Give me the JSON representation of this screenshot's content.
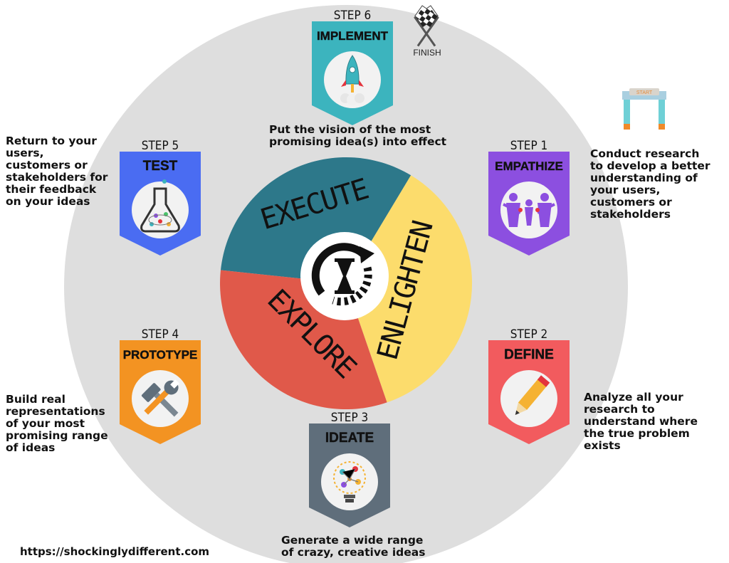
{
  "center_icon": "hourglass-cycle-icon",
  "phases": [
    {
      "id": "execute",
      "label": "EXECUTE",
      "color": "#2d788a"
    },
    {
      "id": "enlighten",
      "label": "ENLIGHTEN",
      "color": "#fcdc6c"
    },
    {
      "id": "explore",
      "label": "EXPLORE",
      "color": "#e0594a"
    }
  ],
  "steps": [
    {
      "num": "STEP 1",
      "name": "EMPATHIZE",
      "color": "#8c4fe0",
      "icon": "people-hearts-icon",
      "description": "Conduct research\nto develop a better\nunderstanding of\nyour users,\ncustomers or\nstakeholders"
    },
    {
      "num": "STEP 2",
      "name": "DEFINE",
      "color": "#f25b5e",
      "icon": "pencil-icon",
      "description": "Analyze all your\nresearch to\nunderstand where\nthe true problem\nexists"
    },
    {
      "num": "STEP 3",
      "name": "IDEATE",
      "color": "#5f6e7b",
      "icon": "lightbulb-icon",
      "description": "Generate a wide range\nof crazy, creative ideas"
    },
    {
      "num": "STEP 4",
      "name": "PROTOTYPE",
      "color": "#f39322",
      "icon": "hammer-wrench-icon",
      "description": "Build real\nrepresentations\nof your most\npromising range\nof ideas"
    },
    {
      "num": "STEP 5",
      "name": "TEST",
      "color": "#4a6cf2",
      "icon": "flask-icon",
      "description": "Return to your\nusers,\ncustomers or\nstakeholders for\ntheir feedback\non your ideas"
    },
    {
      "num": "STEP 6",
      "name": "IMPLEMENT",
      "color": "#3cb4be",
      "icon": "rocket-icon",
      "description": "Put the vision of the most\npromising idea(s) into effect"
    }
  ],
  "finish_label": "FINISH",
  "start_label": "START",
  "url": "https://shockinglydifferent.com"
}
